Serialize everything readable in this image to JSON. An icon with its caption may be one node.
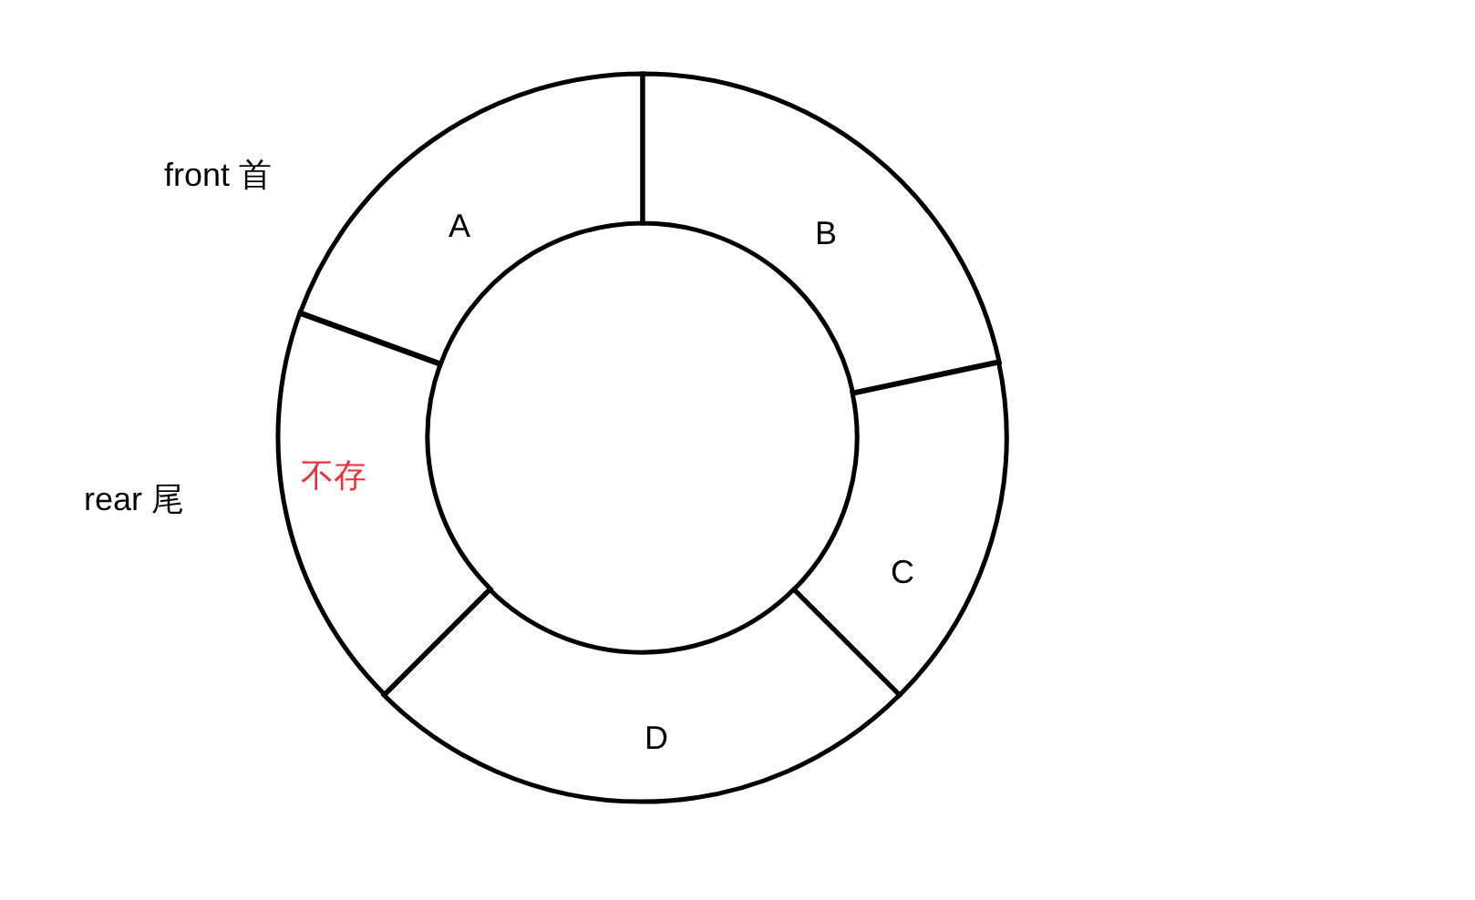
{
  "diagram": {
    "nodes": [
      {
        "text": [
          "A"
        ]
      },
      {
        "text": [
          "B"
        ]
      },
      {
        "text": [
          "C"
        ]
      },
      {
        "text": [
          "D"
        ]
      },
      {
        "text": [
          "不存"
        ]
      }
    ],
    "labels": [
      "front 首",
      "rear 尾"
    ]
  }
}
